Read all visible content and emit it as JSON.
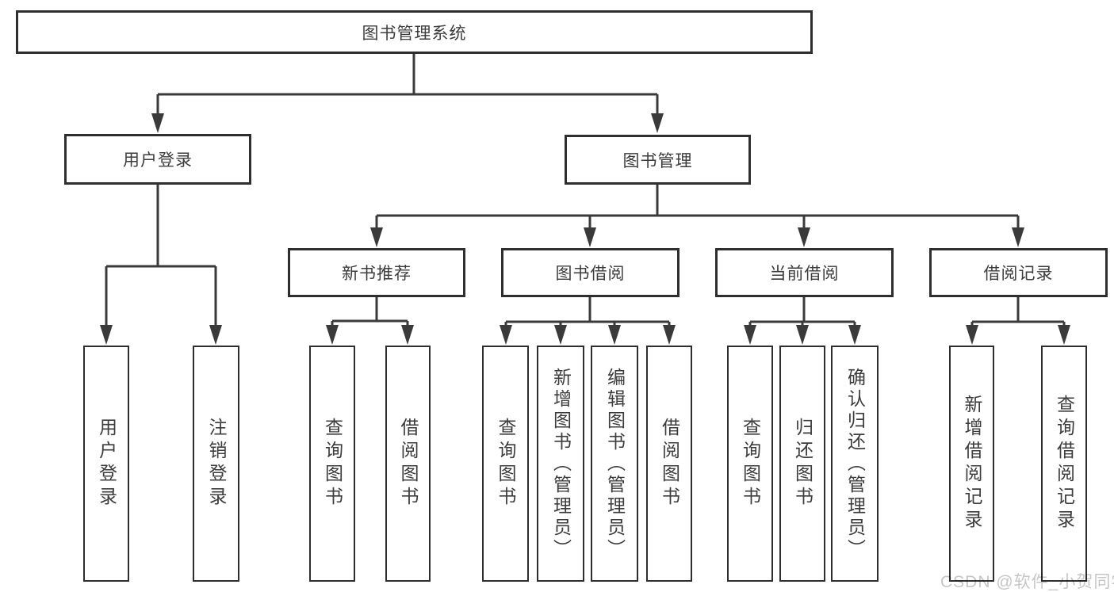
{
  "diagram": {
    "title": "图书管理系统",
    "level1": {
      "user_login": "用户登录",
      "book_management": "图书管理"
    },
    "level2": {
      "new_book_recommend": "新书推荐",
      "book_borrow": "图书借阅",
      "current_borrow": "当前借阅",
      "borrow_records": "借阅记录"
    },
    "leaves": {
      "user_login": [
        "用户登录",
        "注销登录"
      ],
      "new_book_recommend": [
        "查询图书",
        "借阅图书"
      ],
      "book_borrow": [
        "查询图书",
        "新增图书（管理员）",
        "编辑图书（管理员）",
        "借阅图书"
      ],
      "current_borrow": [
        "查询图书",
        "归还图书",
        "确认归还（管理员）"
      ],
      "borrow_records": [
        "新增借阅记录",
        "查询借阅记录"
      ]
    }
  },
  "watermark": {
    "text": "CSDN @软件_小贺同学",
    "color": "#c6c6c6"
  },
  "colors": {
    "line": "#3a3a3a",
    "box_border": "#2e2e2e",
    "text": "#3c3c3c",
    "background": "#ffffff"
  }
}
